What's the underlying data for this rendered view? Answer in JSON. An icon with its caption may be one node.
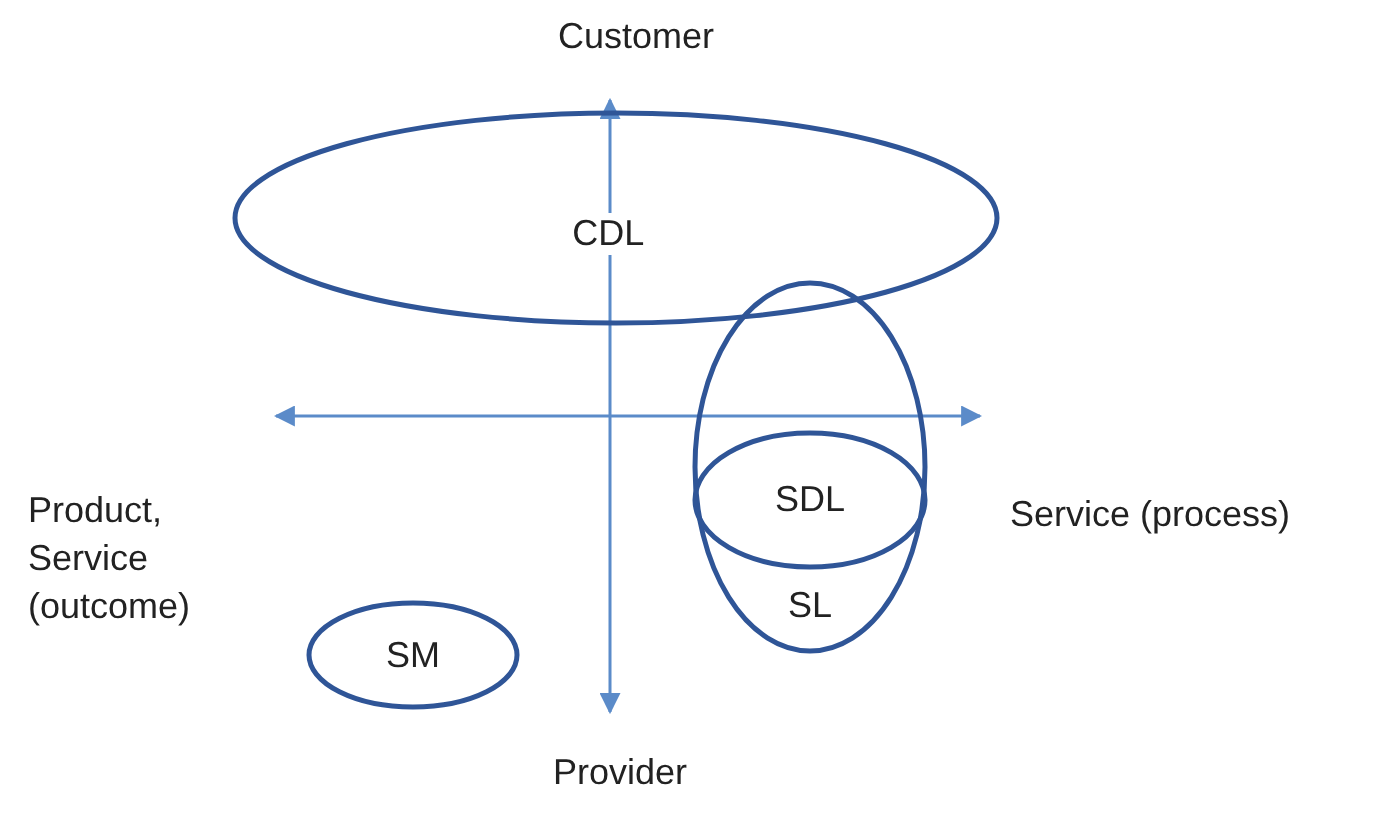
{
  "diagram": {
    "nodes": [
      {
        "text": [
          "CDL"
        ]
      },
      {
        "text": [
          "SL"
        ]
      },
      {
        "text": [
          "SDL"
        ],
        "in": 1
      },
      {
        "text": [
          "SM"
        ]
      }
    ],
    "edges": [],
    "labels": [
      "Customer",
      "Product, Service (outcome)",
      "Service (process)",
      "Provider"
    ]
  }
}
